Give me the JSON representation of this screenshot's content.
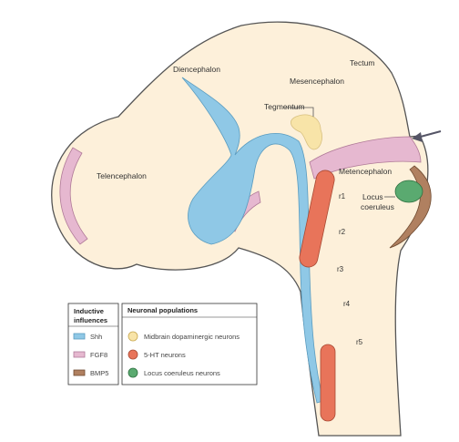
{
  "regions": {
    "diencephalon": "Diencephalon",
    "tectum": "Tectum",
    "mesencephalon": "Mesencephalon",
    "tegmentum": "Tegmentum",
    "telencephalon": "Telencephalon",
    "metencephalon": "Metencephalon",
    "locus_coeruleus_line1": "Locus",
    "locus_coeruleus_line2": "coeruleus"
  },
  "rhombomeres": [
    "r1",
    "r2",
    "r3",
    "r4",
    "r5"
  ],
  "legend_inductive": {
    "title_line1": "Inductive",
    "title_line2": "influences",
    "items": [
      {
        "label": "Shh",
        "color": "#8fc8e6"
      },
      {
        "label": "FGF8",
        "color": "#e6b8d0"
      },
      {
        "label": "BMP5",
        "color": "#b08060"
      }
    ]
  },
  "legend_neuronal": {
    "title": "Neuronal populations",
    "items": [
      {
        "label": "Midbrain dopaminergic neurons",
        "color": "#f8e4a8"
      },
      {
        "label": "5-HT neurons",
        "color": "#e8745a"
      },
      {
        "label": "Locus coeruleus neurons",
        "color": "#5aaa70"
      }
    ]
  },
  "colors": {
    "tissue": "#fdf0da",
    "outline": "#555555",
    "shh": "#8fc8e6",
    "fgf8": "#e6b8d0",
    "bmp5": "#b08060",
    "dopaminergic": "#f8e4a8",
    "serotonergic": "#e8745a",
    "locus": "#5aaa70",
    "arrow": "#555566"
  }
}
